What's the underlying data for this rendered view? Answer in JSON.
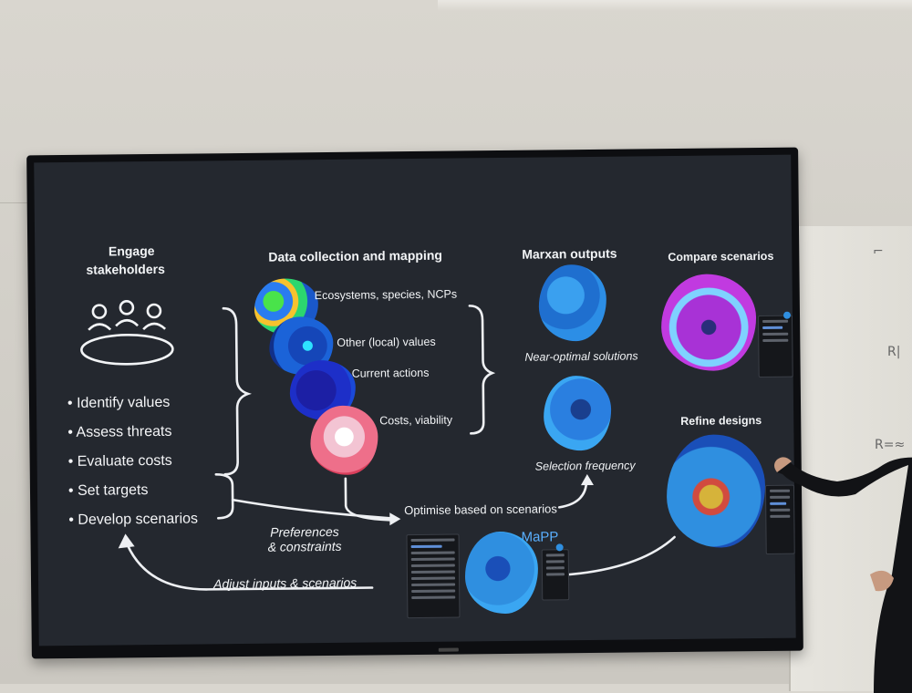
{
  "diagram": {
    "stakeholders": {
      "title_line1": "Engage",
      "title_line2": "stakeholders",
      "icon": "people-around-table-icon",
      "bullets": [
        "• Identify values",
        "• Assess threats",
        "• Evaluate costs",
        "• Set targets",
        "• Develop scenarios"
      ]
    },
    "data_collection": {
      "title": "Data collection and mapping",
      "layers": [
        "Ecosystems, species, NCPs",
        "Other (local) values",
        "Current actions",
        "Costs, viability"
      ]
    },
    "marxan": {
      "title": "Marxan outputs",
      "captions": [
        "Near-optimal solutions",
        "Selection frequency"
      ]
    },
    "compare": {
      "title": "Compare scenarios"
    },
    "refine": {
      "title": "Refine designs"
    },
    "preferences_line1": "Preferences",
    "preferences_line2": "& constraints",
    "optimise": "Optimise based on scenarios",
    "adjust": "Adjust inputs & scenarios",
    "mapp": "MaPP",
    "colors": {
      "screen_bg": "#24282f",
      "text": "#f2f4f6",
      "accent_blue": "#2f8fe0",
      "magenta": "#b22bd4",
      "mapp_blue": "#5ab0ff"
    }
  }
}
